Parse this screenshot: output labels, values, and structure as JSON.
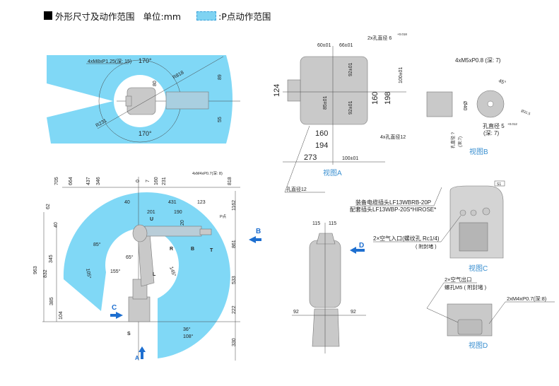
{
  "header": {
    "title": "外形尺寸及动作范围",
    "unit": "单位:mm",
    "legend_p": ":P点动作范围"
  },
  "colors": {
    "range": "#80d8f6",
    "arrow": "#1e6fd0",
    "caption": "#3a8fd0"
  },
  "top_view": {
    "note": "4xM8xP1.25(深: 15)",
    "angle_top": "170°",
    "angle_bottom": "170°",
    "r_outer": "R818",
    "r_inner": "R231",
    "d80": "80",
    "d89": "89",
    "d55": "55"
  },
  "side_view": {
    "top_dims": [
      "705",
      "664",
      "437",
      "346",
      "0",
      "7",
      "160",
      "231",
      "818"
    ],
    "note": "4xM4xP0.7(深: 8)",
    "horiz_dims": [
      "40",
      "431",
      "123",
      "201",
      "190",
      "20"
    ],
    "p_label": "P点",
    "left_dims": [
      "62",
      "40",
      "345",
      "832",
      "963",
      "385",
      "104"
    ],
    "right_dims": [
      "1162",
      "861",
      "533",
      "222",
      "330"
    ],
    "angles": [
      "85°",
      "65°",
      "105°",
      "155°",
      "145°",
      "36°",
      "108°"
    ],
    "axes": [
      "U",
      "R",
      "B",
      "T",
      "L",
      "S"
    ],
    "arrows": [
      "B",
      "C",
      "A"
    ]
  },
  "view_a": {
    "d60": "60±01",
    "d66": "66±01",
    "hole2": "2x孔直径 6",
    "tol": "+0.018",
    "tol0": "0",
    "d124": "124",
    "d92a": "92±01",
    "d92b": "92±01",
    "d85": "85±01",
    "d160v": "160",
    "d198": "198",
    "d100v": "100±01",
    "d160": "160",
    "d194": "194",
    "d273": "273",
    "d100": "100±01",
    "hole4": "4x孔直径12",
    "hole12": "孔直径12",
    "caption": "视图A"
  },
  "view_b": {
    "note": "4xM5xP0.8 (深: 7)",
    "angle": "45°",
    "d40": "Ø40",
    "d31": "Ø31.5",
    "hole": "孔直径 5",
    "tol": "+0.012",
    "depth": "(深: 7)",
    "side_hole": "孔直径 ?",
    "side_depth": "(深:7)",
    "caption": "视图B"
  },
  "front_view": {
    "d115a": "115",
    "d115b": "115",
    "d92a": "92",
    "d92b": "92",
    "arrow": "D"
  },
  "view_c": {
    "tag": "S1",
    "conn1": "装备电缆插头LF13WBRB-20P",
    "conn2": "配套插头LF13WBP-20S*HIROSE*",
    "air_in": "2×空气入口(螺纹孔 Rc1/4)",
    "air_in_note": "( 附封堵 )",
    "caption": "视图C"
  },
  "view_d": {
    "air_out": "2×空气出口",
    "air_out_note": "螺孔M5 ( 附封堵 )",
    "note": "2xM4xP0.7(深:8)",
    "caption": "视图D"
  }
}
